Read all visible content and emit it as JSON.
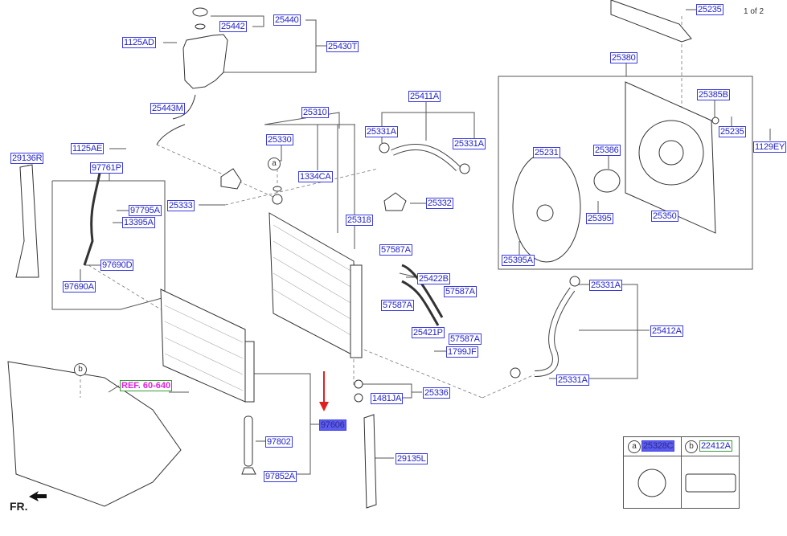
{
  "pagination": {
    "text": "1 of 2"
  },
  "orientation": {
    "text": "FR."
  },
  "reference": {
    "text": "REF. 60-640"
  },
  "callouts": {
    "a": "a",
    "b": "b"
  },
  "selected_part": "97606",
  "parts": [
    {
      "id": "25440",
      "text": "25440"
    },
    {
      "id": "25442",
      "text": "25442"
    },
    {
      "id": "1125AD",
      "text": "1125AD"
    },
    {
      "id": "25430T",
      "text": "25430T"
    },
    {
      "id": "25443M",
      "text": "25443M"
    },
    {
      "id": "25310",
      "text": "25310"
    },
    {
      "id": "25411A",
      "text": "25411A"
    },
    {
      "id": "25331A_1",
      "text": "25331A"
    },
    {
      "id": "25331A_2",
      "text": "25331A"
    },
    {
      "id": "25330",
      "text": "25330"
    },
    {
      "id": "1334CA",
      "text": "1334CA"
    },
    {
      "id": "25332",
      "text": "25332"
    },
    {
      "id": "25333",
      "text": "25333"
    },
    {
      "id": "25318",
      "text": "25318"
    },
    {
      "id": "1125AE",
      "text": "1125AE"
    },
    {
      "id": "29136R",
      "text": "29136R"
    },
    {
      "id": "97761P",
      "text": "97761P"
    },
    {
      "id": "97795A",
      "text": "97795A"
    },
    {
      "id": "13395A",
      "text": "13395A"
    },
    {
      "id": "97690D",
      "text": "97690D"
    },
    {
      "id": "97690A",
      "text": "97690A"
    },
    {
      "id": "57587A_1",
      "text": "57587A"
    },
    {
      "id": "25422B",
      "text": "25422B"
    },
    {
      "id": "57587A_2",
      "text": "57587A"
    },
    {
      "id": "57587A_3",
      "text": "57587A"
    },
    {
      "id": "25421P",
      "text": "25421P"
    },
    {
      "id": "57587A_4",
      "text": "57587A"
    },
    {
      "id": "1799JF",
      "text": "1799JF"
    },
    {
      "id": "25336",
      "text": "25336"
    },
    {
      "id": "1481JA",
      "text": "1481JA"
    },
    {
      "id": "97606",
      "text": "97606"
    },
    {
      "id": "97802",
      "text": "97802"
    },
    {
      "id": "97852A",
      "text": "97852A"
    },
    {
      "id": "29135L",
      "text": "29135L"
    },
    {
      "id": "25235_top",
      "text": "25235"
    },
    {
      "id": "25380",
      "text": "25380"
    },
    {
      "id": "25385B",
      "text": "25385B"
    },
    {
      "id": "25235",
      "text": "25235"
    },
    {
      "id": "1129EY",
      "text": "1129EY"
    },
    {
      "id": "25231",
      "text": "25231"
    },
    {
      "id": "25386",
      "text": "25386"
    },
    {
      "id": "25395",
      "text": "25395"
    },
    {
      "id": "25350",
      "text": "25350"
    },
    {
      "id": "25395A",
      "text": "25395A"
    },
    {
      "id": "25331A_3",
      "text": "25331A"
    },
    {
      "id": "25412A",
      "text": "25412A"
    },
    {
      "id": "25331A_4",
      "text": "25331A"
    }
  ],
  "legend": {
    "a_part": "25328C",
    "b_part": "22412A"
  },
  "colors": {
    "label_border": "#3b3bdc",
    "label_text": "#2323c8",
    "selected_fill": "#5b5bf0",
    "ref_text": "#e020e0",
    "ref_border": "#3a9a3a",
    "arrow": "#e02020"
  }
}
